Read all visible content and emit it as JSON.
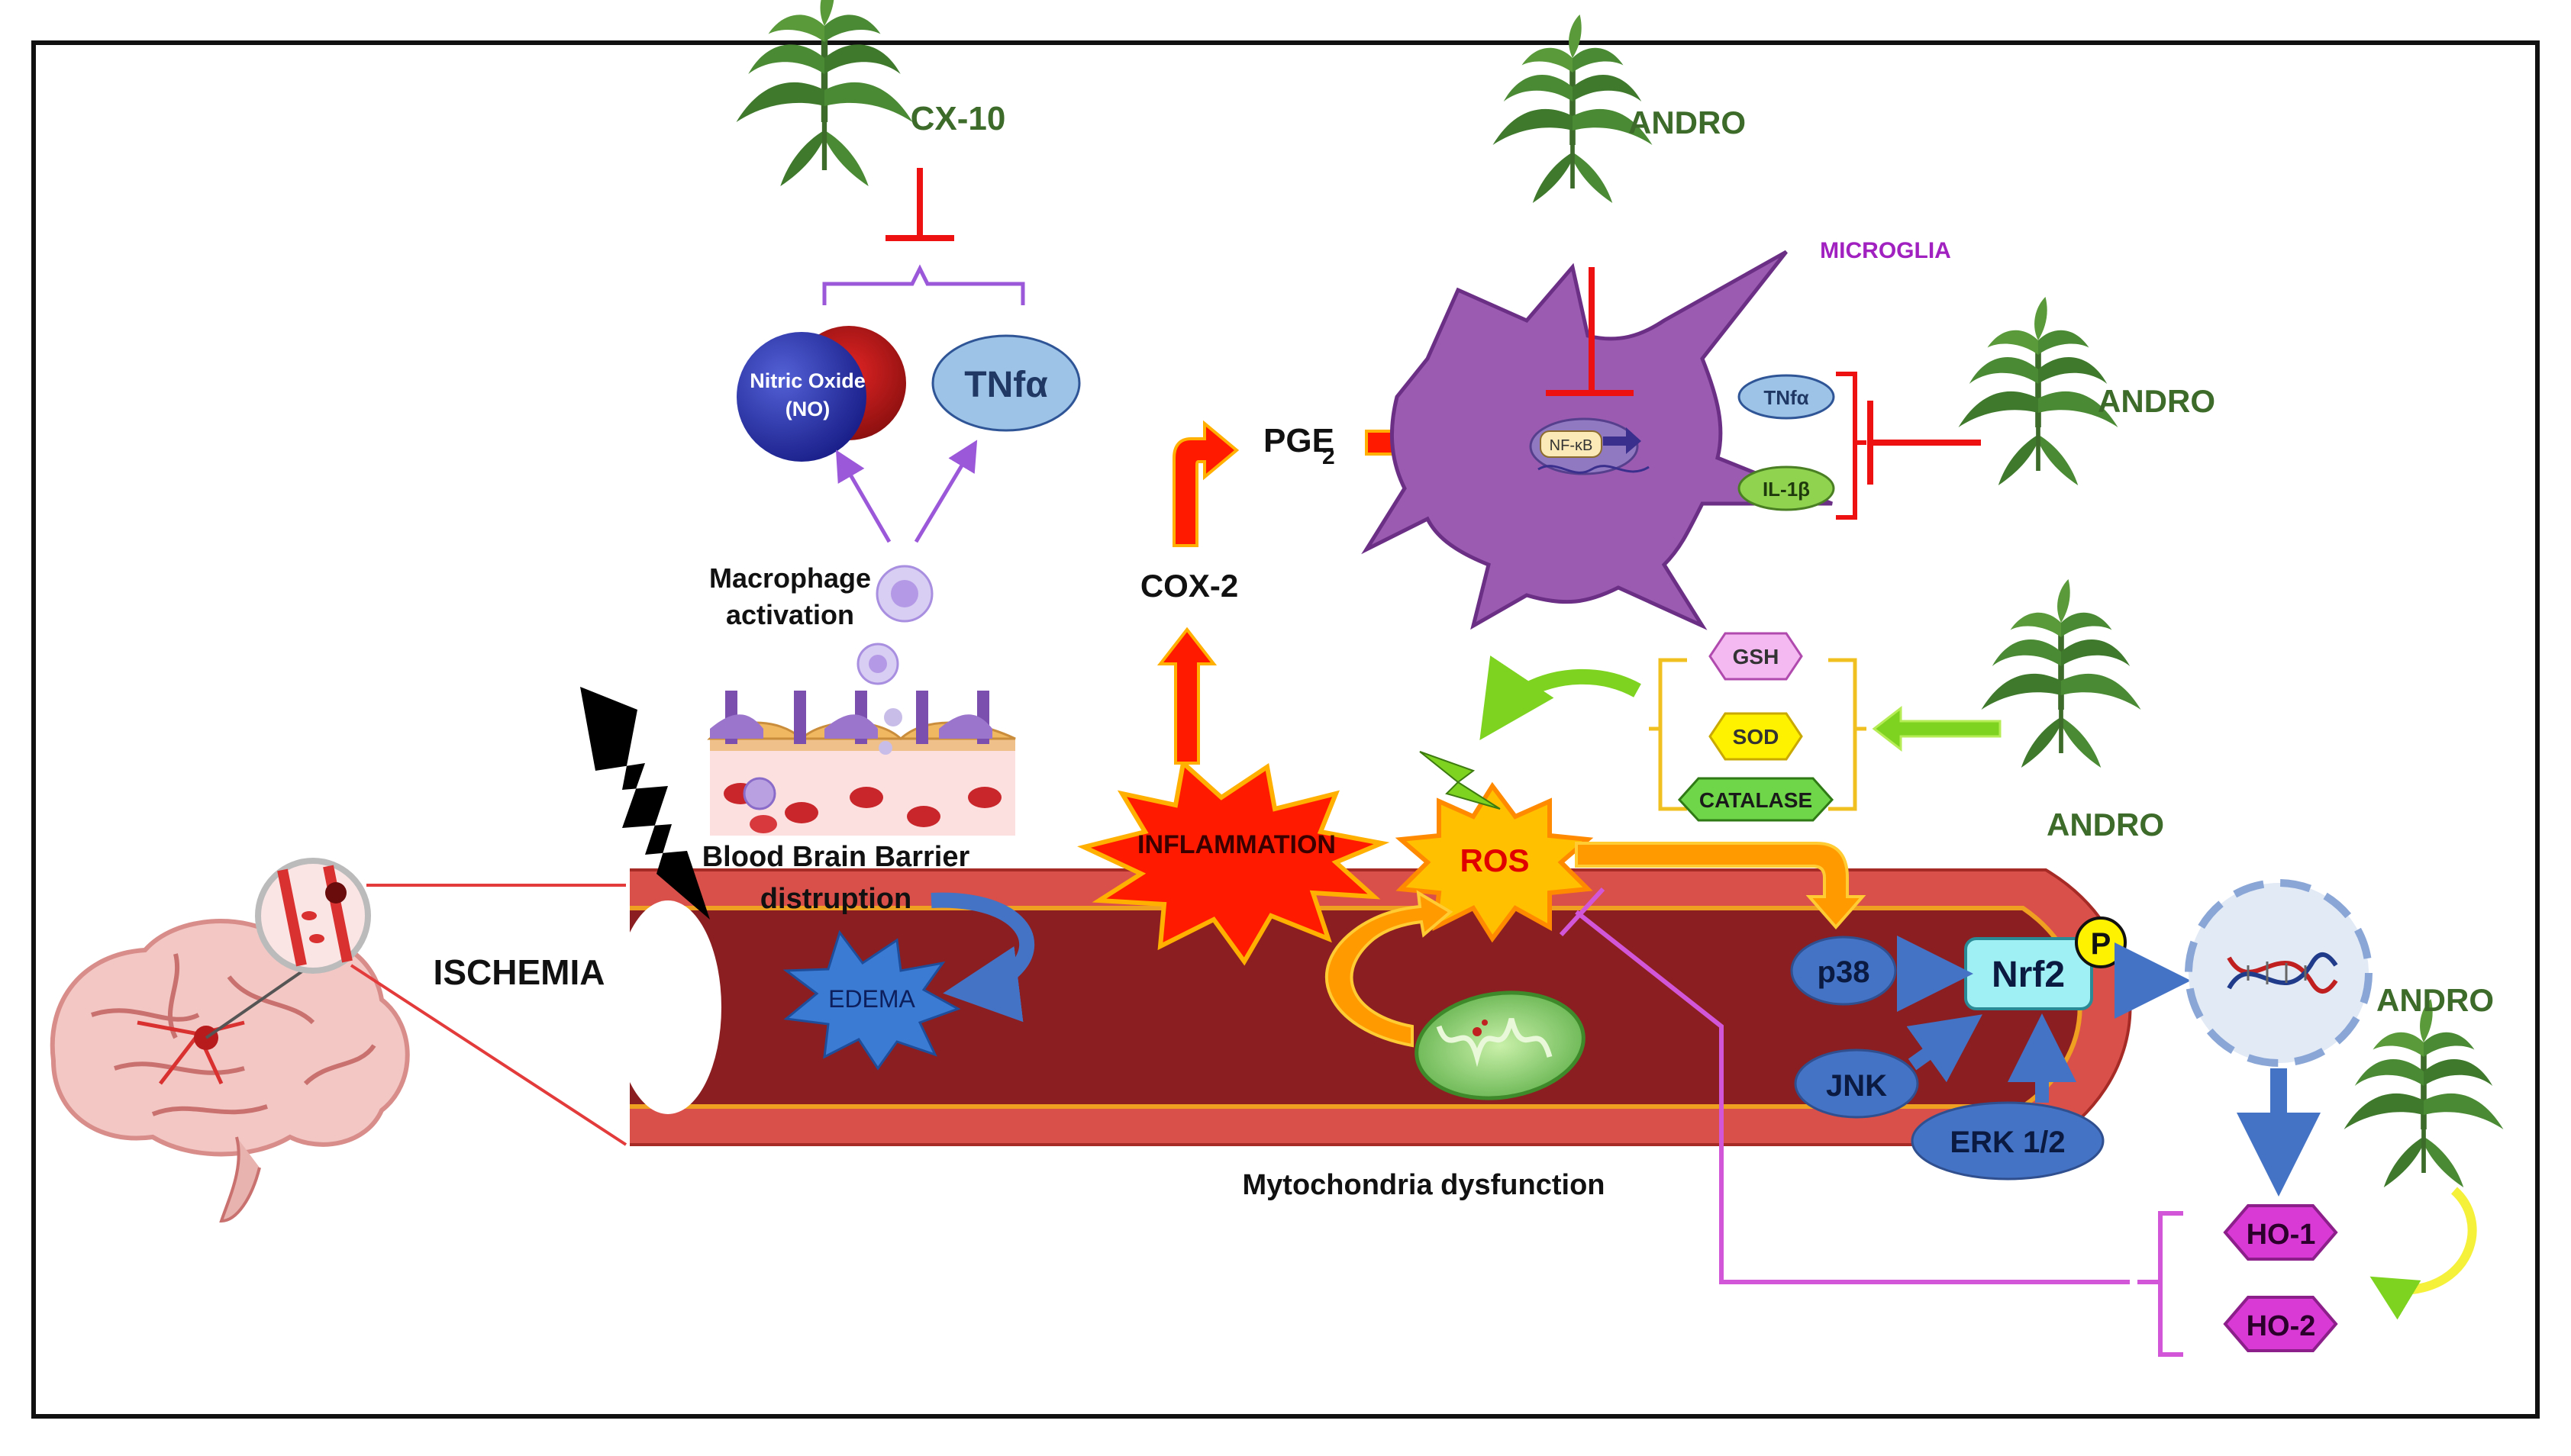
{
  "herbs": {
    "cx10": "CX-10",
    "andro_top": "ANDRO",
    "andro_right_top": "ANDRO",
    "andro_antiox": "ANDRO",
    "andro_bottom": "ANDRO"
  },
  "nodes": {
    "nitric_oxide_line1": "Nitric Oxide",
    "nitric_oxide_line2": "(NO)",
    "tnfa_top": "TNfα",
    "macrophage_line1": "Macrophage",
    "macrophage_line2": "activation",
    "bbb_line1": "Blood Brain Barrier",
    "bbb_line2": "distruption",
    "ischemia": "ISCHEMIA",
    "edema": "EDEMA",
    "inflammation": "INFLAMMATION",
    "cox2": "COX-2",
    "pge2": "PGE",
    "pge2_sub": "2",
    "microglia": "MICROGLIA",
    "nfkb": "NF-κB",
    "tnfa_microglia": "TNfα",
    "il1b": "IL-1β",
    "ros": "ROS",
    "gsh": "GSH",
    "sod": "SOD",
    "catalase": "CATALASE",
    "p38": "p38",
    "jnk": "JNK",
    "erk": "ERK 1/2",
    "nrf2": "Nrf2",
    "phospho": "P",
    "ho1": "HO-1",
    "ho2": "HO-2",
    "mito": "Mytochondria dysfunction"
  },
  "colors": {
    "vessel_outer": "#d9504a",
    "vessel_inner": "#8b1e20",
    "inhibit_red": "#ee1111",
    "purple": "#8a2fb5",
    "magenta": "#d257d8",
    "blue_arrow": "#4472c4",
    "herb_green": "#3d6b2a",
    "antiox_green": "#7ed321",
    "nrf2_cyan": "#9ef0f4"
  }
}
